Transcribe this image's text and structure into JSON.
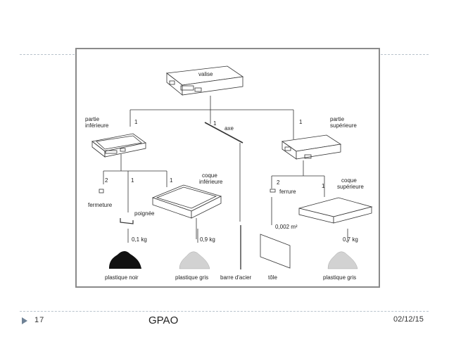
{
  "diagram": {
    "root": "valise",
    "left_branch": {
      "qty": "1",
      "label": [
        "partie",
        "inférieure"
      ],
      "children": [
        {
          "qty": "2",
          "label": "fermeture"
        },
        {
          "qty": "1",
          "label": "poignée",
          "weight": "0,1 kg",
          "material": "plastique noir"
        },
        {
          "qty": "1",
          "label": [
            "coque",
            "inférieure"
          ],
          "weight": "0,9 kg",
          "material": "plastique gris"
        }
      ]
    },
    "middle_branch": {
      "qty": "1",
      "label": "axe",
      "material": "barre d'acier"
    },
    "right_branch": {
      "qty": "1",
      "label": [
        "partie",
        "supérieure"
      ],
      "children": [
        {
          "qty": "2",
          "label": "ferrure",
          "weight": "0,002 m²",
          "material": "tôle"
        },
        {
          "qty": "1",
          "label": [
            "coque",
            "supérieure"
          ],
          "weight": "0,7 kg",
          "material": "plastique gris"
        }
      ]
    }
  },
  "footer": {
    "slide_number": "17",
    "title": "GPAO",
    "date": "02/12/15"
  },
  "colors": {
    "frame_border": "#8a8a8a",
    "dashed_rule": "#b9c3cc",
    "footer_arrow": "#6f8296",
    "black_plastic": "#111111",
    "grey_plastic": "#d2d2d2"
  }
}
